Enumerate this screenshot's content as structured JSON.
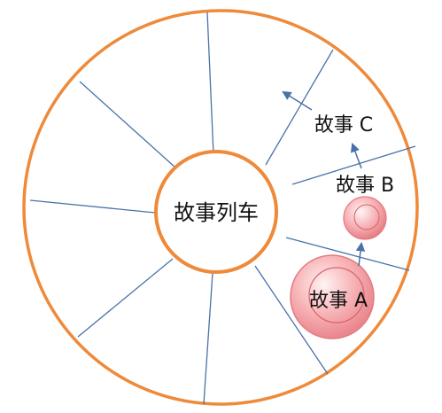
{
  "diagram": {
    "center_label": "故事列车",
    "story_a": "故事 A",
    "story_b": "故事 B",
    "story_c": "故事 C"
  },
  "colors": {
    "ring": "#EE8A3A",
    "spokes": "#4A72A8",
    "arrows": "#4A72A8",
    "bubble_fill": "#F5A3A8",
    "bubble_light": "#FDE3E4"
  }
}
